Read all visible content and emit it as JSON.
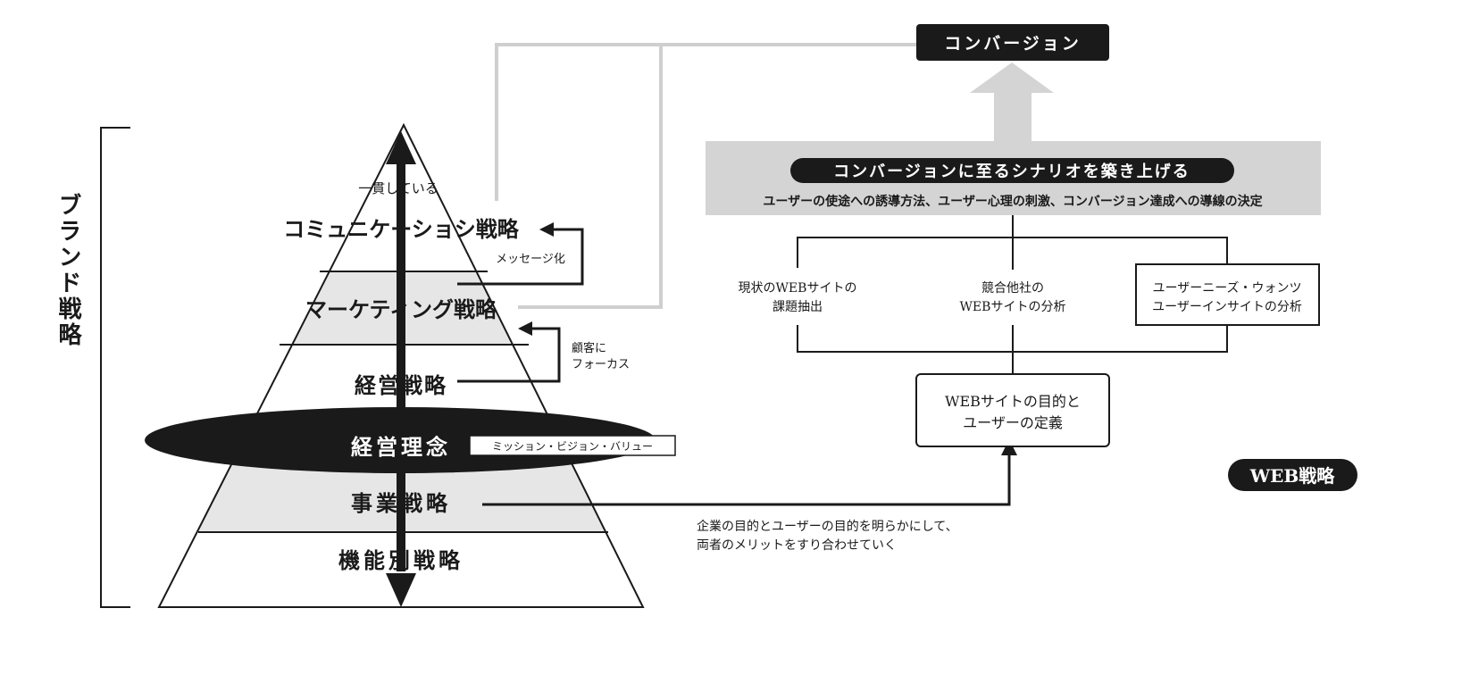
{
  "brand": {
    "label": "ブランド戦略"
  },
  "pyramid": {
    "top_note": "一貫している",
    "layers": [
      {
        "id": "communication",
        "label": "コミュニケーショシ戦略"
      },
      {
        "id": "marketing",
        "label": "マーケティング戦略"
      },
      {
        "id": "management",
        "label": "経営戦略"
      },
      {
        "id": "business",
        "label": "事業戦略"
      },
      {
        "id": "functional",
        "label": "機能別戦略"
      }
    ],
    "philosophy": {
      "label": "経営理念",
      "tag": "ミッション・ビジョン・バリュー"
    },
    "side_notes": {
      "message": "メッセージ化",
      "customer_focus": [
        "顧客に",
        "フォーカス"
      ]
    }
  },
  "web": {
    "conversion": "コンバージョン",
    "scenario_title": "コンバージョンに至るシナリオを築き上げる",
    "scenario_sub": "ユーザーの使途への誘導方法、ユーザー心理の刺激、コンバージョン達成への導線の決定",
    "analysis": [
      {
        "lines": [
          "現状のWEBサイトの",
          "課題抽出"
        ],
        "boxed": false
      },
      {
        "lines": [
          "競合他社の",
          "WEBサイトの分析"
        ],
        "boxed": false
      },
      {
        "lines": [
          "ユーザーニーズ・ウォンツ",
          "ユーザーインサイトの分析"
        ],
        "boxed": true
      }
    ],
    "purpose_box": [
      "WEBサイトの目的と",
      "ユーザーの定義"
    ],
    "strategy_badge": "WEB戦略",
    "bottom_note": [
      "企業の目的とユーザーの目的を明らかにして、",
      "両者のメリットをすり合わせていく"
    ]
  },
  "colors": {
    "dark": "#1a1a1a",
    "gray_band": "#d4d4d4",
    "layer_fill": "#e6e6e6",
    "connector": "#cfcfcf"
  }
}
